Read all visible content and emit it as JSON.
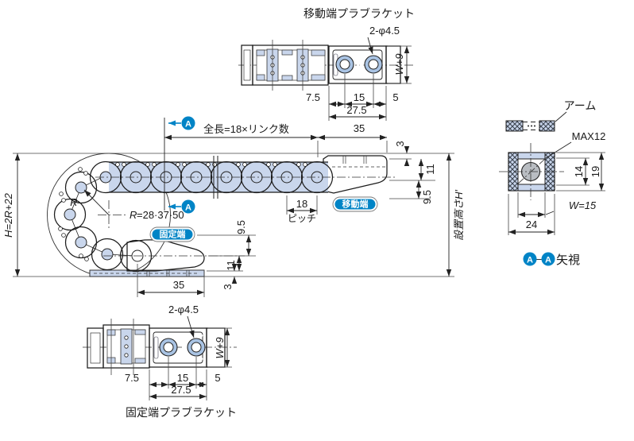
{
  "colors": {
    "link": "#c9d6ec",
    "bracket": "#a9c3e3",
    "accent": "#0084c6",
    "cable": "#b9bdc2",
    "line": "#222222"
  },
  "top_detail": {
    "title": "移動端プラブラケット",
    "holes": "2-φ4.5",
    "width_dim": "W+9",
    "d1": "7.5",
    "d2": "15",
    "d3": "5",
    "d4": "27.5"
  },
  "main_view": {
    "section_marker": "A",
    "total_length": "全長=18×リンク数",
    "top_35": "35",
    "top_3": "3",
    "top_11": "11",
    "top_9_5": "9.5",
    "install_height": "設置高さH′",
    "moving_end": "移動端",
    "fixed_end": "固定端",
    "r_letter": "R",
    "radius_values": "=28·37·50",
    "pitch_num": "18",
    "pitch": "ピッチ",
    "height": "H=2R+22",
    "bottom_35": "35",
    "bottom_9_5": "9.5",
    "bottom_11": "11",
    "bottom_3": "3"
  },
  "section_view": {
    "arm": "アーム",
    "max": "MAX12",
    "d14": "14",
    "d19": "19",
    "w": "W=15",
    "d24": "24",
    "view_a": "A",
    "view_dash": "−",
    "view_text": "矢視"
  },
  "bottom_detail": {
    "title": "固定端プラブラケット",
    "holes": "2-φ4.5",
    "width_dim": "W+9",
    "d1": "7.5",
    "d2": "15",
    "d3": "5",
    "d4": "27.5"
  }
}
